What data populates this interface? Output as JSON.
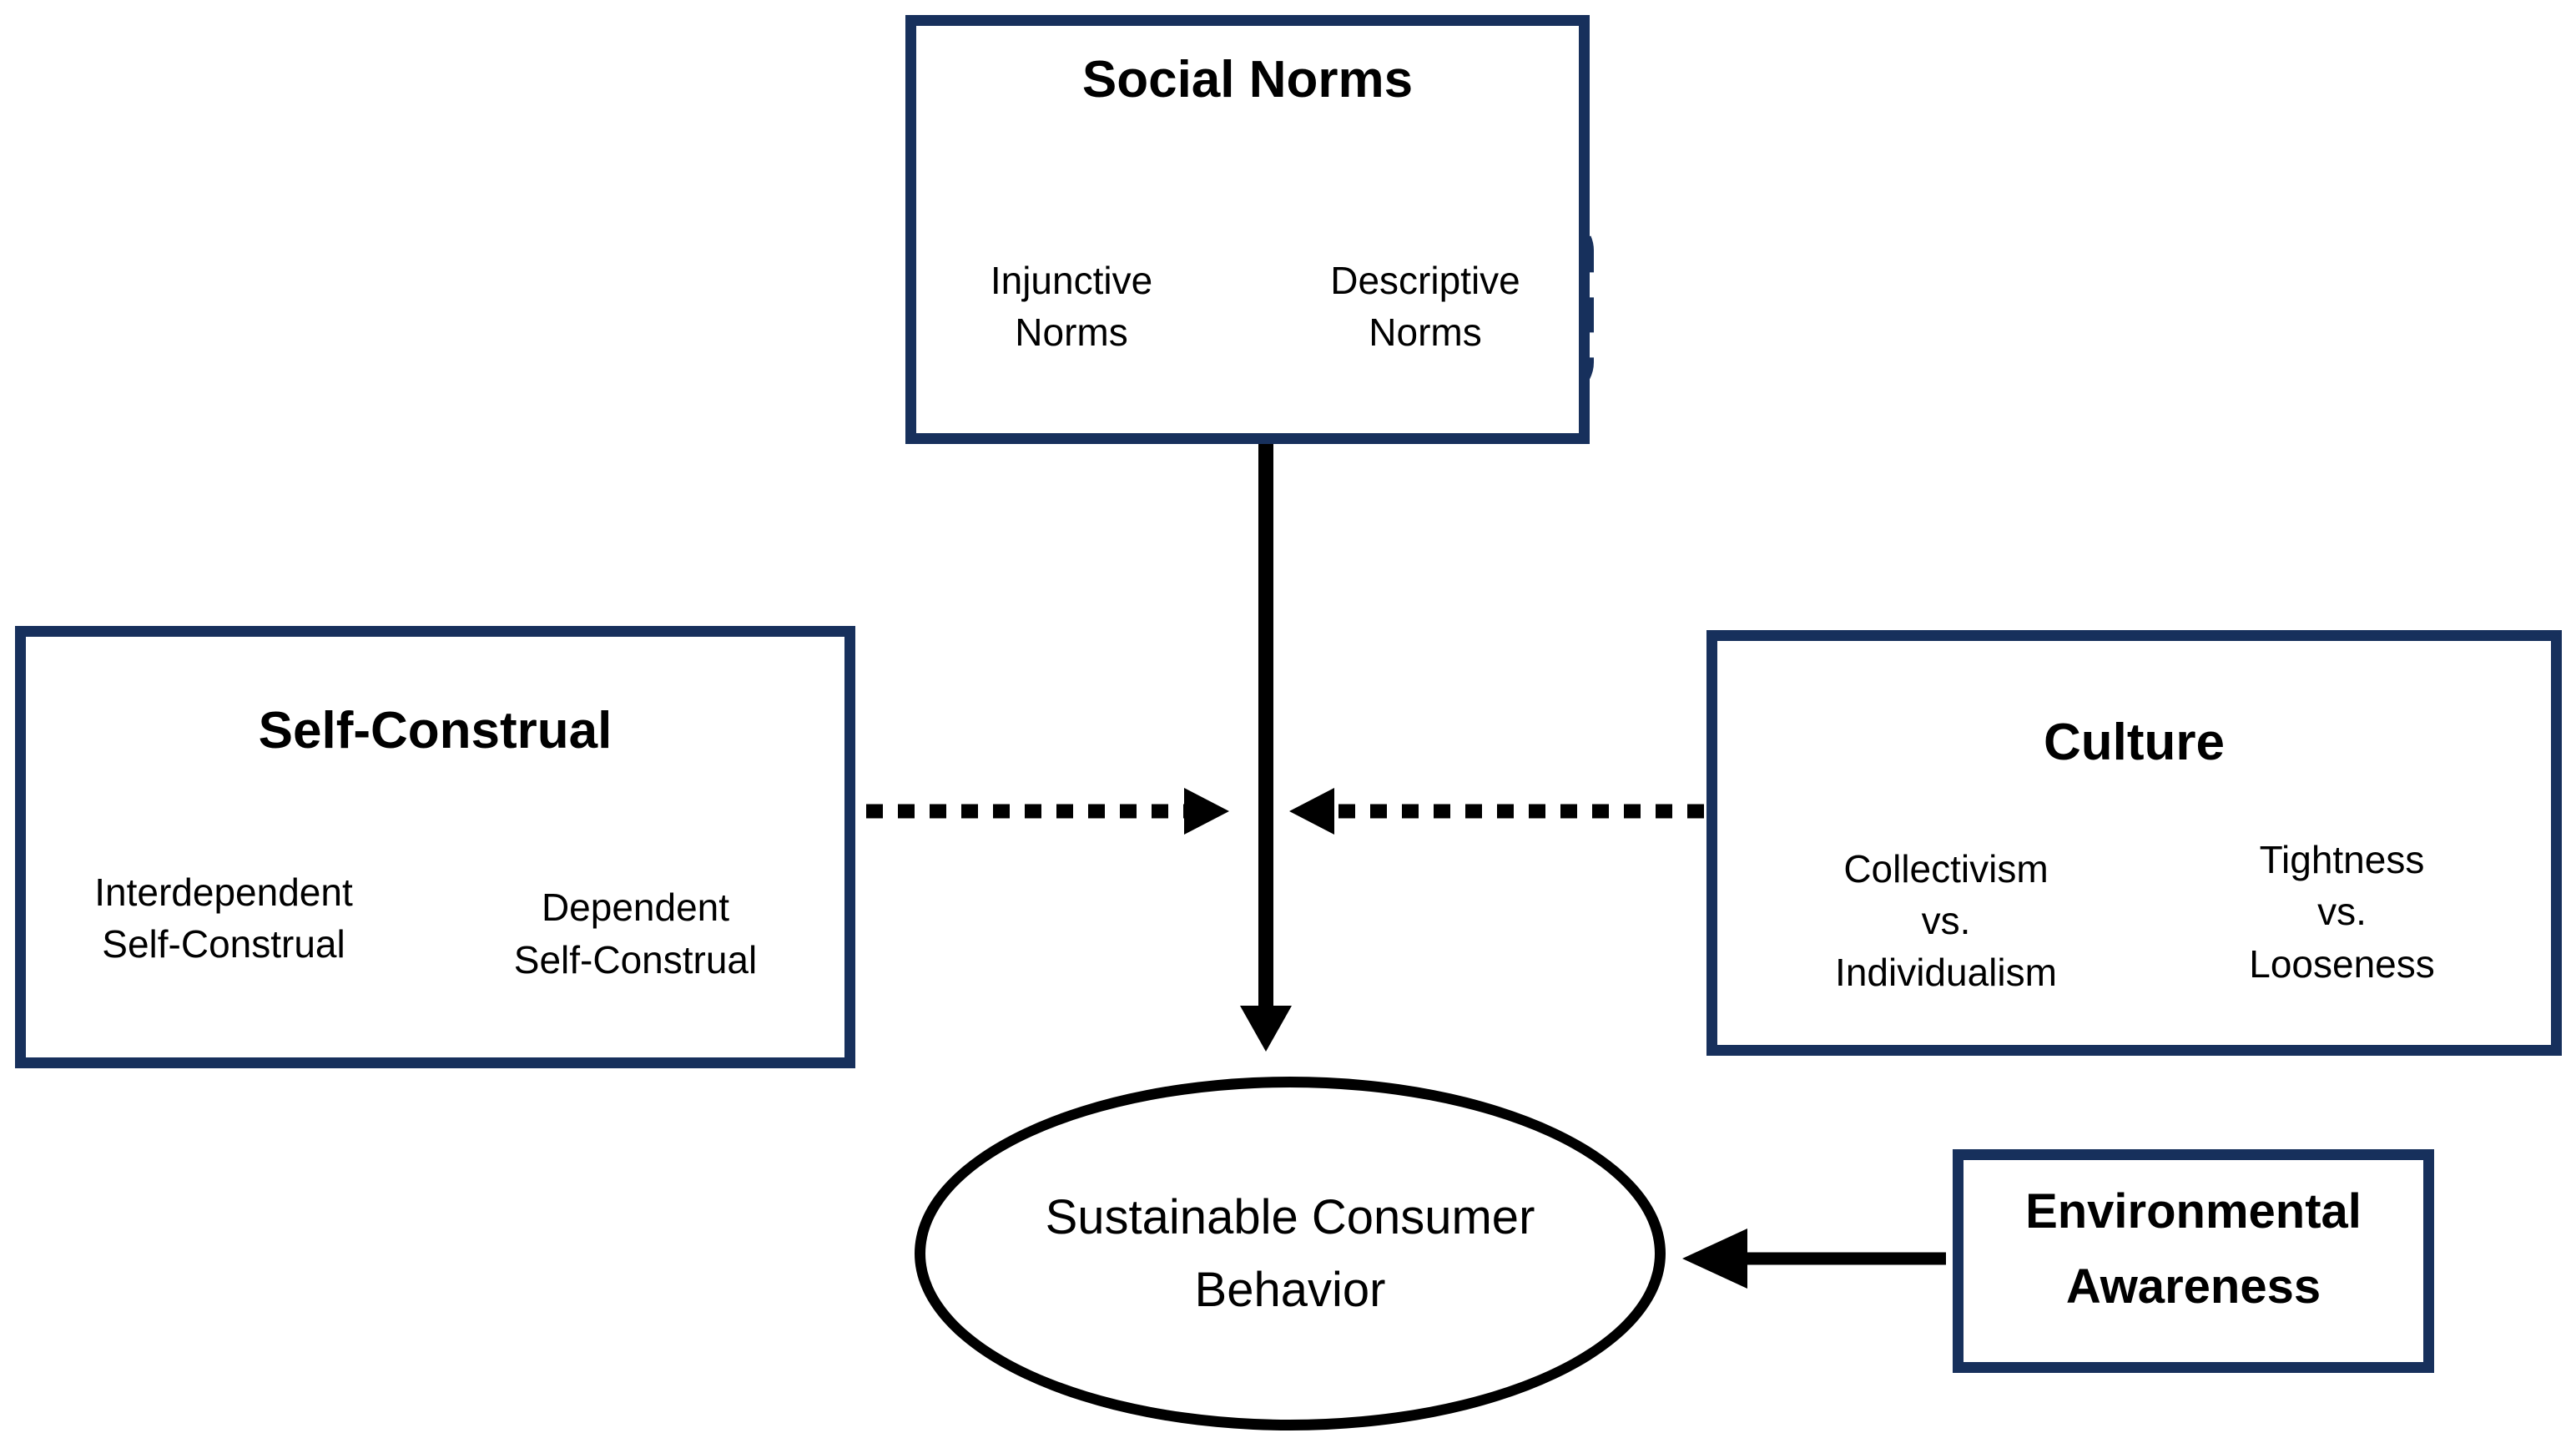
{
  "colors": {
    "navy_border": "#17305c",
    "arrow_black": "#000000",
    "text": "#000000",
    "background": "#ffffff"
  },
  "nodes": {
    "social_norms": {
      "title": "Social Norms",
      "items": [
        {
          "label": "Injunctive\nNorms"
        },
        {
          "label": "Descriptive\nNorms"
        }
      ]
    },
    "self_construal": {
      "title": "Self-Construal",
      "items": [
        {
          "label": "Interdependent\nSelf-Construal"
        },
        {
          "label": "Dependent\nSelf-Construal"
        }
      ]
    },
    "culture": {
      "title": "Culture",
      "items": [
        {
          "label": "Collectivism\nvs.\nIndividualism"
        },
        {
          "label": "Tightness\nvs.\nLooseness"
        }
      ]
    },
    "environmental_awareness": {
      "title": "Environmental\nAwareness"
    },
    "outcome": {
      "label": "Sustainable Consumer\nBehavior"
    }
  },
  "relationships": [
    {
      "from": "social_norms",
      "to": "outcome",
      "style": "solid-arrow"
    },
    {
      "from": "self_construal",
      "to": "social_norms-outcome-path",
      "style": "dotted-arrow"
    },
    {
      "from": "culture",
      "to": "social_norms-outcome-path",
      "style": "dotted-arrow"
    },
    {
      "from": "environmental_awareness",
      "to": "outcome",
      "style": "solid-arrow"
    }
  ]
}
